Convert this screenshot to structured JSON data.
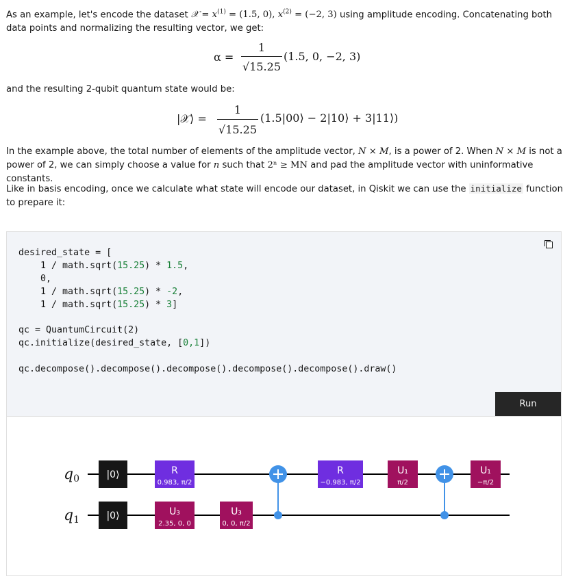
{
  "intro": {
    "p1_a": "As an example, let's encode the dataset ",
    "p1_dataset_sym": "𝒳",
    "p1_eq1": " = ",
    "p1_x1": "x",
    "p1_sup1": "(1)",
    "p1_val1": " = (1.5, 0), ",
    "p1_x2": "x",
    "p1_sup2": "(2)",
    "p1_val2": " = (−2, 3)",
    "p1_b": " using amplitude encoding. Concatenating both data points and normalizing the resulting vector, we get:"
  },
  "eq_alpha": {
    "lhs": "α =",
    "numerator": "1",
    "denominator": "√15.25",
    "rhs": "(1.5, 0, −2, 3)"
  },
  "p2": "and the resulting 2-qubit quantum state would be:",
  "eq_state": {
    "lhs": "|𝒳⟩ =",
    "numerator": "1",
    "denominator": "√15.25",
    "rhs": "(1.5|00⟩ − 2|10⟩ + 3|11⟩)"
  },
  "p3": {
    "a": "In the example above, the total number of elements of the amplitude vector, ",
    "nm": "N × M",
    "b": ", is a power of 2. When ",
    "nm2": "N × M",
    "c": " is not a power of 2, we can simply choose a value for ",
    "n": "n",
    "d": " such that ",
    "ineq": "2ⁿ ≥ MN",
    "e": " and pad the amplitude vector with uninformative constants."
  },
  "p4": {
    "a": "Like in basis encoding, once we calculate what state will encode our dataset, in Qiskit we can use the ",
    "code": "initialize",
    "b": " function to prepare it:"
  },
  "code": {
    "l1": "desired_state = [",
    "l2a": "    1 / math.sqrt(",
    "l2n": "15.25",
    "l2b": ") * ",
    "l2v": "1.5",
    "l2c": ",",
    "l3": "    0,",
    "l4a": "    1 / math.sqrt(",
    "l4n": "15.25",
    "l4b": ") * ",
    "l4v": "-2",
    "l4c": ",",
    "l5a": "    1 / math.sqrt(",
    "l5n": "15.25",
    "l5b": ") * ",
    "l5v": "3",
    "l5c": "]",
    "l6": "qc = QuantumCircuit(2)",
    "l7a": "qc.initialize(desired_state, [",
    "l7n": "0,1",
    "l7b": "])",
    "l8": "qc.decompose().decompose().decompose().decompose().decompose().draw()"
  },
  "run_label": "Run",
  "circuit": {
    "q0": "q",
    "q0_sub": "0",
    "q1": "q",
    "q1_sub": "1",
    "reset": "|0⟩",
    "r1_name": "R",
    "r1_params": "0.983, π/2",
    "u3a_name": "U₃",
    "u3a_params": "2.35, 0, 0",
    "u3b_name": "U₃",
    "u3b_params": "0, 0, π/2",
    "r2_name": "R",
    "r2_params": "−0.983, π/2",
    "u1a_name": "U₁",
    "u1a_params": "π/2",
    "u1b_name": "U₁",
    "u1b_params": "−π/2",
    "colors": {
      "reset": "#161616",
      "r_gate": "#6f2ee0",
      "u_gate": "#a0115e",
      "cnot": "#4192e7",
      "wire": "#000000"
    }
  }
}
